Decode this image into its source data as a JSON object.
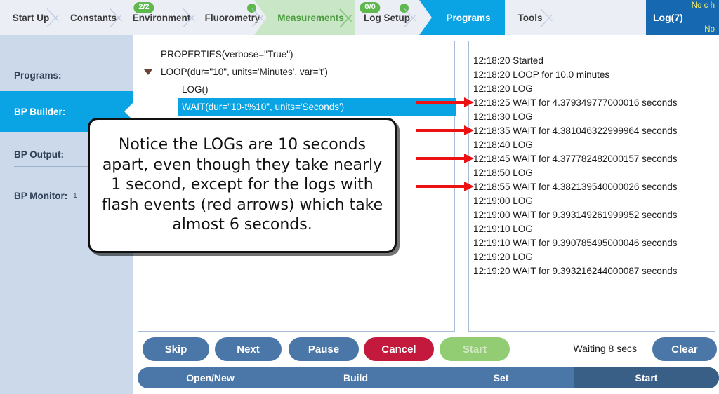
{
  "topnav": {
    "items": [
      {
        "label": "Start Up",
        "state": "normal",
        "badge": null,
        "dot": false
      },
      {
        "label": "Constants",
        "state": "normal",
        "badge": null,
        "dot": false
      },
      {
        "label": "Environment",
        "state": "normal",
        "badge": "2/2",
        "dot": false
      },
      {
        "label": "Fluorometry",
        "state": "normal",
        "badge": null,
        "dot": true
      },
      {
        "label": "Measurements",
        "state": "measure",
        "badge": null,
        "dot": false
      },
      {
        "label": "Log Setup",
        "state": "normal",
        "badge": "0/0",
        "dot": true
      },
      {
        "label": "Programs",
        "state": "active",
        "badge": null,
        "dot": false
      },
      {
        "label": "Tools",
        "state": "normal",
        "badge": null,
        "dot": false
      }
    ],
    "log_header": {
      "title": "Log(7)",
      "top_right": "No c h",
      "bottom_right": "No"
    }
  },
  "sidebar": {
    "items": [
      {
        "label": "Programs:",
        "value": "",
        "selected": false
      },
      {
        "label": "BP Builder:",
        "value": "",
        "selected": true
      },
      {
        "label": "BP Output:",
        "value": "",
        "selected": false
      },
      {
        "label": "BP Monitor:",
        "value": "1",
        "selected": false
      }
    ]
  },
  "code_panel": {
    "lines": [
      {
        "text": "PROPERTIES(verbose=\"True\")",
        "indent": 0,
        "expander": false,
        "highlighted": false
      },
      {
        "text": "LOOP(dur=\"10\", units='Minutes', var='t')",
        "indent": 0,
        "expander": true,
        "highlighted": false
      },
      {
        "text": "LOG()",
        "indent": 2,
        "expander": false,
        "highlighted": false
      },
      {
        "text": "WAIT(dur=\"10-t%10\", units='Seconds')",
        "indent": 2,
        "expander": false,
        "highlighted": true
      }
    ]
  },
  "log_panel": {
    "lines": [
      {
        "text": "12:18:20 Started",
        "arrow": false
      },
      {
        "text": "12:18:20 LOOP for 10.0 minutes",
        "arrow": false
      },
      {
        "text": "12:18:20 LOG",
        "arrow": false
      },
      {
        "text": "12:18:25 WAIT for 4.379349777000016 seconds",
        "arrow": true
      },
      {
        "text": "12:18:30 LOG",
        "arrow": false
      },
      {
        "text": "12:18:35 WAIT for 4.381046322999964 seconds",
        "arrow": true
      },
      {
        "text": "12:18:40 LOG",
        "arrow": false
      },
      {
        "text": "12:18:45 WAIT for 4.377782482000157 seconds",
        "arrow": true
      },
      {
        "text": "12:18:50 LOG",
        "arrow": false
      },
      {
        "text": "12:18:55 WAIT for 4.382139540000026 seconds",
        "arrow": true
      },
      {
        "text": "12:19:00 LOG",
        "arrow": false
      },
      {
        "text": "12:19:00 WAIT for 9.393149261999952 seconds",
        "arrow": false
      },
      {
        "text": "12:19:10 LOG",
        "arrow": false
      },
      {
        "text": "12:19:10 WAIT for 9.390785495000046 seconds",
        "arrow": false
      },
      {
        "text": "12:19:20 LOG",
        "arrow": false
      },
      {
        "text": "12:19:20 WAIT for 9.393216244000087 seconds",
        "arrow": false
      }
    ]
  },
  "callout": {
    "text": "Notice the LOGs are 10 seconds apart, even though they take nearly 1 second, except for the logs with flash events (red arrows) which take almost 6 seconds."
  },
  "actions": {
    "buttons": [
      {
        "label": "Skip",
        "style": "blue",
        "disabled": false
      },
      {
        "label": "Next",
        "style": "blue",
        "disabled": false
      },
      {
        "label": "Pause",
        "style": "blue",
        "disabled": false
      },
      {
        "label": "Cancel",
        "style": "red",
        "disabled": false
      },
      {
        "label": "Start",
        "style": "green",
        "disabled": true
      }
    ],
    "status": "Waiting 8 secs",
    "clear_label": "Clear"
  },
  "bottom_tabs": {
    "items": [
      {
        "label": "Open/New",
        "active": false
      },
      {
        "label": "Build",
        "active": false
      },
      {
        "label": "Set",
        "active": false
      },
      {
        "label": "Start",
        "active": true
      }
    ]
  },
  "colors": {
    "accent_blue": "#0aa3e4",
    "nav_bg": "#eceef5",
    "sidebar_bg": "#ccd9ea",
    "measure_green": "#c9e7c6",
    "badge_green": "#5fb84e",
    "button_blue": "#4a76a8",
    "cancel_red": "#c2193c",
    "start_green": "#93cd73",
    "arrow_red": "#ee1111",
    "log_header_blue": "#1669b0"
  }
}
